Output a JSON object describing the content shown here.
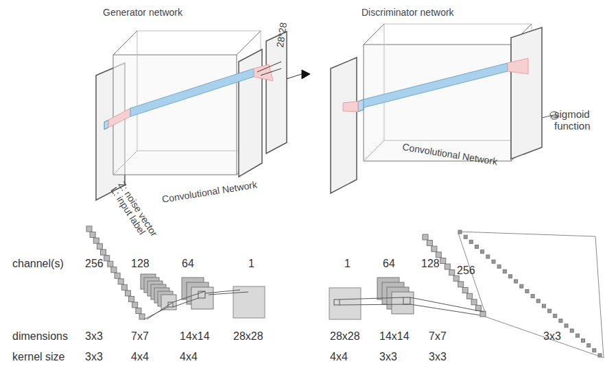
{
  "diagram": {
    "labels": [
      "Generator network",
      "Discriminator network",
      "28*28",
      "Z: noise vector",
      "L: input label",
      "Convolutional Network",
      "sigmoid function",
      "Convolutional Network",
      "channel(s)",
      "256",
      "128",
      "64",
      "1",
      "1",
      "64",
      "128",
      "256",
      "dimensions",
      "3x3",
      "7x7",
      "14x14",
      "28x28",
      "28x28",
      "14x14",
      "7x7",
      "3x3",
      "kernel size",
      "3x3",
      "4x4",
      "4x4",
      "4x4",
      "3x3",
      "3x3"
    ]
  }
}
